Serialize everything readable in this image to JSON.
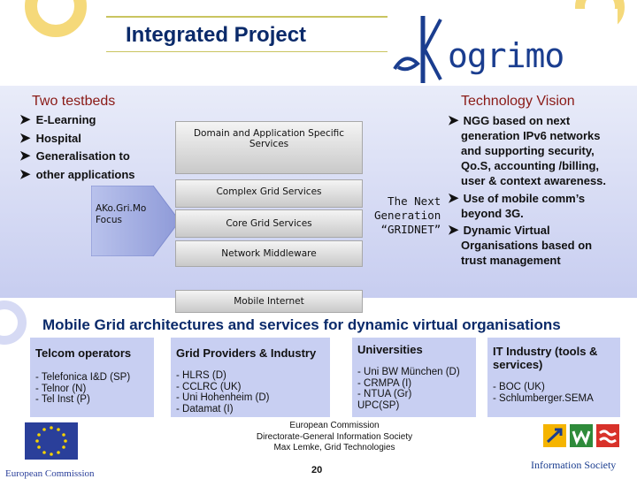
{
  "header": {
    "title": "Integrated Project",
    "logo_text": "aKogrimo"
  },
  "testbeds": {
    "heading": "Two testbeds",
    "items": [
      "E-Learning",
      "Hospital",
      "Generalisation to",
      "other applications"
    ]
  },
  "stack": {
    "domain_services": "Domain and Application Specific Services",
    "complex_grid": "Complex Grid Services",
    "core_grid": "Core Grid Services",
    "network_middleware": "Network Middleware",
    "mobile_internet": "Mobile Internet",
    "focus_label_1": "AKo.Gri.Mo",
    "focus_label_2": "Focus"
  },
  "next_gen": {
    "line1": "The Next",
    "line2": "Generation",
    "line3": "“GRIDNET”"
  },
  "vision": {
    "heading": "Technology Vision",
    "items": [
      [
        "NGG based on next",
        "generation IPv6 networks",
        "and supporting security,",
        "Qo.S, accounting /billing,",
        "user & context awareness."
      ],
      [
        "Use of mobile comm’s",
        "beyond 3G."
      ],
      [
        "Dynamic Virtual",
        "Organisations based on",
        "trust management"
      ]
    ]
  },
  "subtitle": "Mobile Grid architectures and services for dynamic virtual organisations",
  "columns": [
    {
      "heading": "Telcom operators",
      "lines": [
        "- Telefonica I&D (SP)",
        "- Telnor (N)",
        "- Tel Inst (P)"
      ]
    },
    {
      "heading": "Grid Providers & Industry",
      "lines": [
        "- HLRS (D)",
        "- CCLRC (UK)",
        "- Uni Hohenheim (D)",
        "- Datamat (I)"
      ]
    },
    {
      "heading": "Universities",
      "lines": [
        "- Uni BW München (D)",
        "- CRMPA (I)",
        "- NTUA (Gr)",
        "UPC(SP)"
      ]
    },
    {
      "heading": "IT Industry (tools & services)",
      "lines": [
        "- BOC (UK)",
        "- Schlumberger.SEMA"
      ]
    }
  ],
  "footer": {
    "line1": "European Commission",
    "line2": "Directorate-General Information Society",
    "line3": "Max Lemke, Grid Technologies",
    "page": "20",
    "ec_logo_text": "European Commission",
    "is_logo_text": "Information Society"
  },
  "colors": {
    "title": "#0a2a6a",
    "section_heading": "#8a1a16",
    "band": "#c7cdf0",
    "column_bg": "#c8cff2"
  }
}
